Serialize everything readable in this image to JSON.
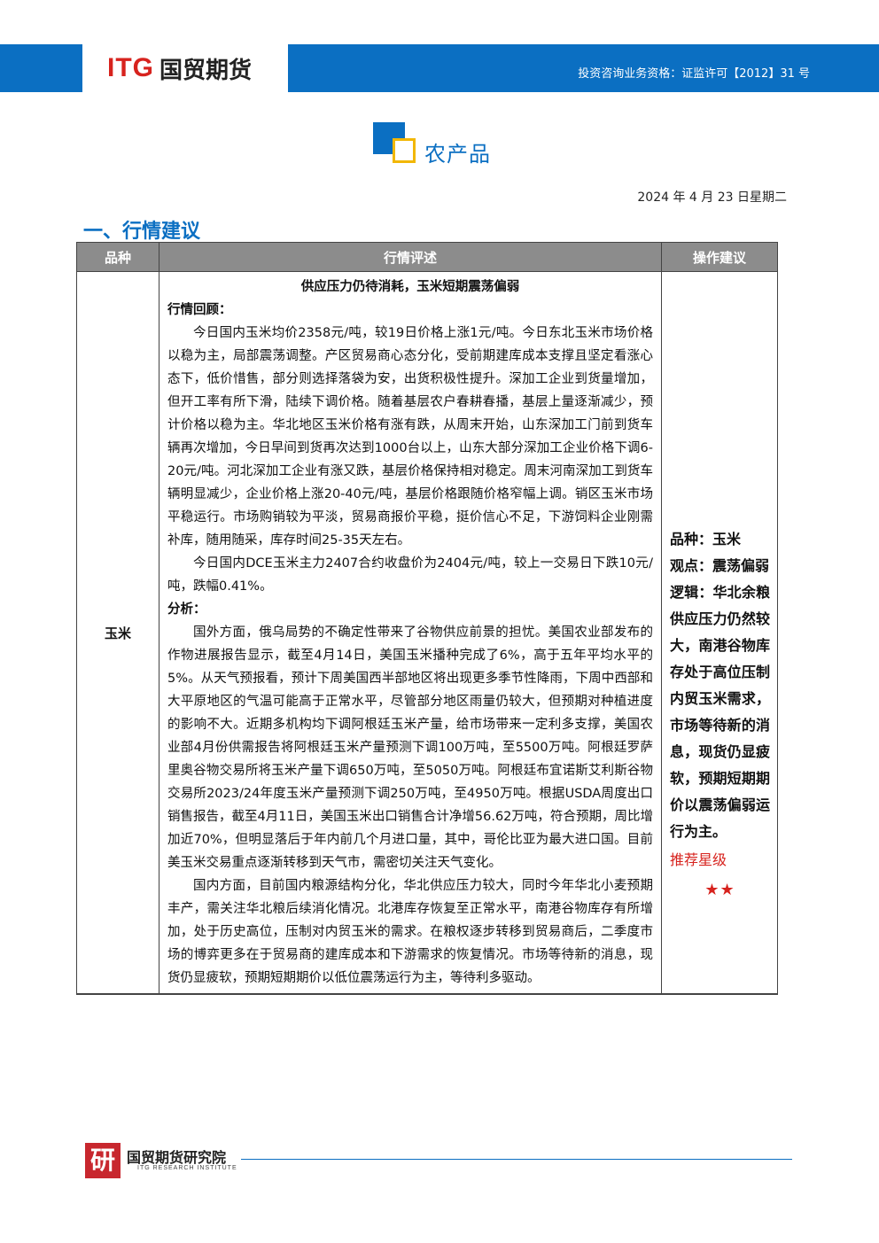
{
  "header": {
    "logo_itg": "ITG",
    "logo_cn": "国贸期货",
    "license": "投资咨询业务资格：证监许可【2012】31 号"
  },
  "section_title": "农产品",
  "date": "2024 年 4 月 23 日星期二",
  "heading": "一、行情建议",
  "table": {
    "col_variety": "品种",
    "col_comment": "行情评述",
    "col_advice": "操作建议",
    "variety": "玉米",
    "headline": "供应压力仍待消耗，玉米短期震荡偏弱",
    "review_label": "行情回顾：",
    "review_paras": [
      "今日国内玉米均价2358元/吨，较19日价格上涨1元/吨。今日东北玉米市场价格以稳为主，局部震荡调整。产区贸易商心态分化，受前期建库成本支撑且坚定看涨心态下，低价惜售，部分则选择落袋为安，出货积极性提升。深加工企业到货量增加，但开工率有所下滑，陆续下调价格。随着基层农户春耕春播，基层上量逐渐减少，预计价格以稳为主。华北地区玉米价格有涨有跌，从周末开始，山东深加工门前到货车辆再次增加，今日早间到货再次达到1000台以上，山东大部分深加工企业价格下调6-20元/吨。河北深加工企业有涨又跌，基层价格保持相对稳定。周末河南深加工到货车辆明显减少，企业价格上涨20-40元/吨，基层价格跟随价格窄幅上调。销区玉米市场平稳运行。市场购销较为平淡，贸易商报价平稳，挺价信心不足，下游饲料企业刚需补库，随用随采，库存时间25-35天左右。",
      "今日国内DCE玉米主力2407合约收盘价为2404元/吨，较上一交易日下跌10元/吨，跌幅0.41%。"
    ],
    "analysis_label": "分析：",
    "analysis_paras": [
      "国外方面，俄乌局势的不确定性带来了谷物供应前景的担忧。美国农业部发布的作物进展报告显示，截至4月14日，美国玉米播种完成了6%，高于五年平均水平的5%。从天气预报看，预计下周美国西半部地区将出现更多季节性降雨，下周中西部和大平原地区的气温可能高于正常水平，尽管部分地区雨量仍较大，但预期对种植进度的影响不大。近期多机构均下调阿根廷玉米产量，给市场带来一定利多支撑，美国农业部4月份供需报告将阿根廷玉米产量预测下调100万吨，至5500万吨。阿根廷罗萨里奥谷物交易所将玉米产量下调650万吨，至5050万吨。阿根廷布宜诺斯艾利斯谷物交易所2023/24年度玉米产量预测下调250万吨，至4950万吨。根据USDA周度出口销售报告，截至4月11日，美国玉米出口销售合计净增56.62万吨，符合预期，周比增加近70%，但明显落后于年内前几个月进口量，其中，哥伦比亚为最大进口国。目前美玉米交易重点逐渐转移到天气市，需密切关注天气变化。",
      "国内方面，目前国内粮源结构分化，华北供应压力较大，同时今年华北小麦预期丰产，需关注华北粮后续消化情况。北港库存恢复至正常水平，南港谷物库存有所增加，处于历史高位，压制对内贸玉米的需求。在粮权逐步转移到贸易商后，二季度市场的博弈更多在于贸易商的建库成本和下游需求的恢复情况。市场等待新的消息，现货仍显疲软，预期短期期价以低位震荡运行为主，等待利多驱动。"
    ],
    "advice": {
      "variety_line": "品种：玉米",
      "view_line": "观点：震荡偏弱",
      "logic_line": "逻辑：华北余粮供应压力仍然较大，南港谷物库存处于高位压制内贸玉米需求，市场等待新的消息，现货仍显疲软，预期短期期价以震荡偏弱运行为主。",
      "rating_label": "推荐星级",
      "stars": "★★"
    }
  },
  "footer": {
    "seal": "研",
    "name": "国贸期货研究院",
    "en": "ITG RESEARCH INSTITUTE"
  }
}
